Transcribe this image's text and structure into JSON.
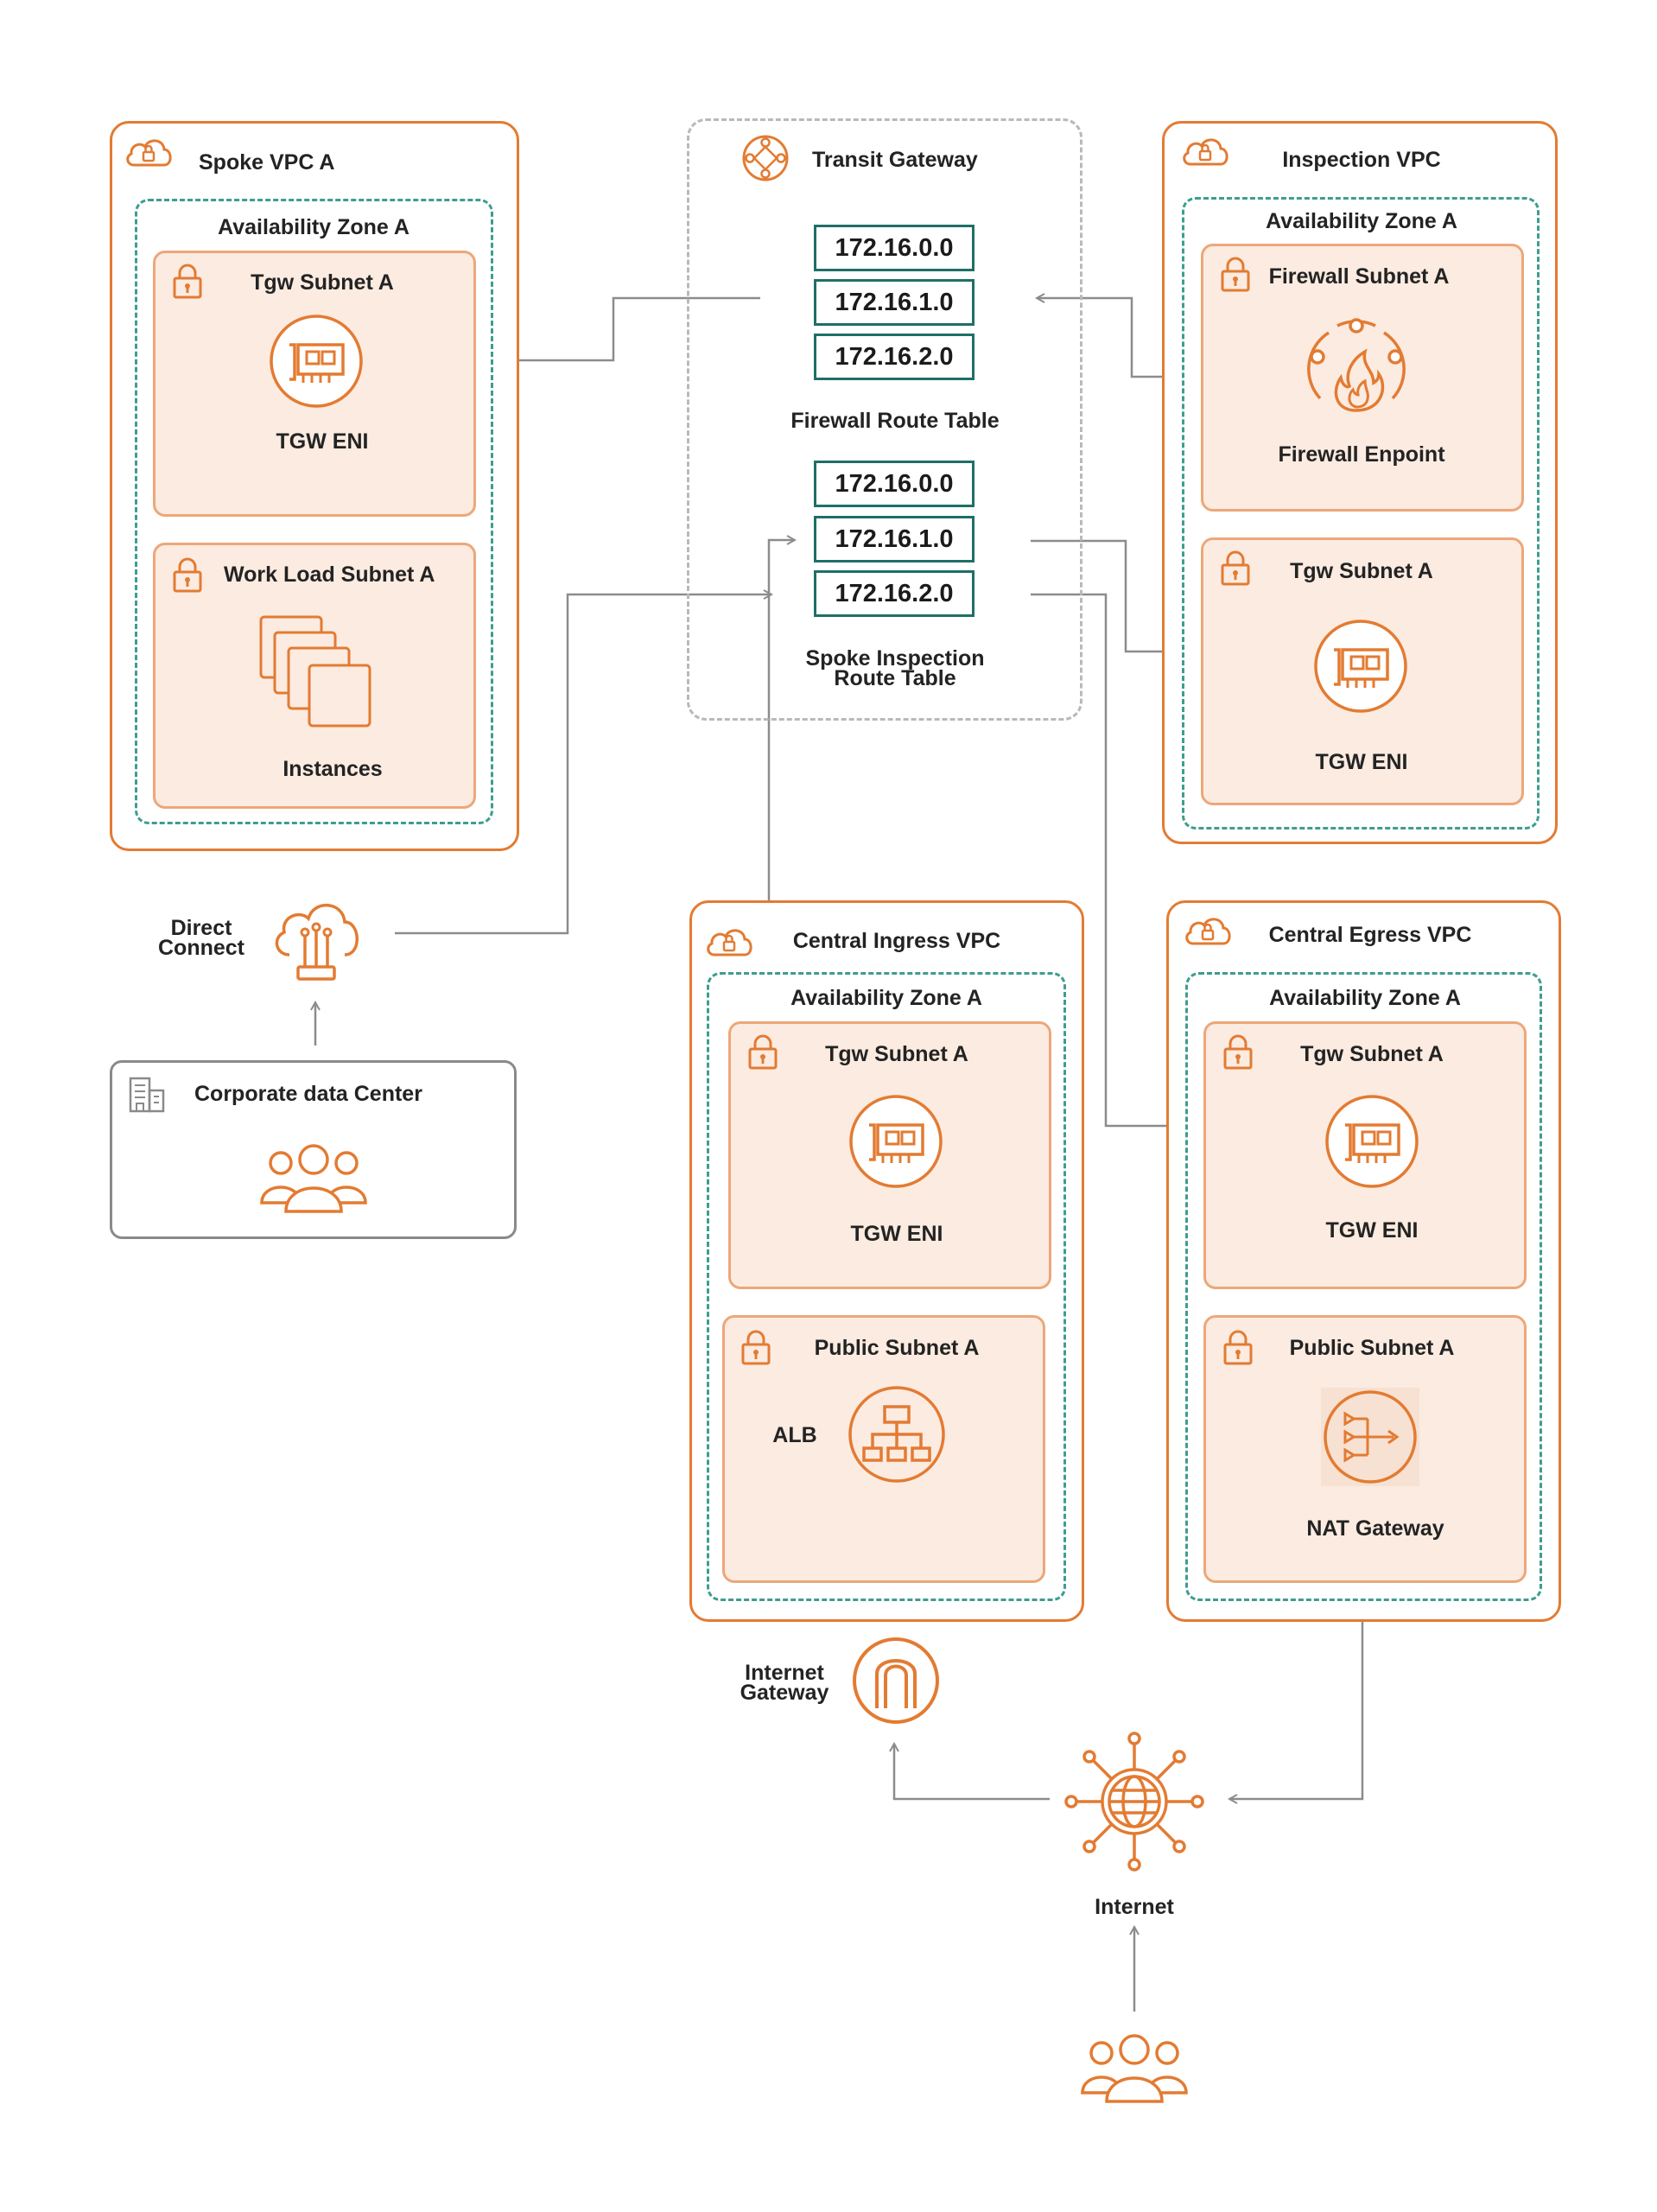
{
  "spoke_vpc": {
    "title": "Spoke VPC A",
    "az": "Availability Zone A",
    "tgw_subnet": "Tgw Subnet A",
    "tgw_eni": "TGW ENI",
    "workload_subnet": "Work Load Subnet A",
    "instances": "Instances"
  },
  "transit_gateway": {
    "title": "Transit Gateway",
    "firewall_table": {
      "routes": [
        "172.16.0.0",
        "172.16.1.0",
        "172.16.2.0"
      ],
      "label": "Firewall Route Table"
    },
    "spoke_table": {
      "routes": [
        "172.16.0.0",
        "172.16.1.0",
        "172.16.2.0"
      ],
      "label_line1": "Spoke Inspection",
      "label_line2": "Route Table"
    }
  },
  "inspection_vpc": {
    "title": "Inspection VPC",
    "az": "Availability Zone A",
    "firewall_subnet": "Firewall Subnet A",
    "firewall_endpoint": "Firewall Enpoint",
    "tgw_subnet": "Tgw Subnet A",
    "tgw_eni": "TGW ENI"
  },
  "direct_connect": {
    "line1": "Direct",
    "line2": "Connect"
  },
  "corporate": {
    "title": "Corporate data Center"
  },
  "ingress_vpc": {
    "title": "Central Ingress VPC",
    "az": "Availability Zone A",
    "tgw_subnet": "Tgw Subnet A",
    "tgw_eni": "TGW ENI",
    "public_subnet": "Public Subnet A",
    "alb": "ALB"
  },
  "egress_vpc": {
    "title": "Central Egress VPC",
    "az": "Availability Zone A",
    "tgw_subnet": "Tgw Subnet A",
    "tgw_eni": "TGW ENI",
    "public_subnet": "Public Subnet A",
    "nat": "NAT Gateway"
  },
  "internet_gateway": {
    "line1": "Internet",
    "line2": "Gateway"
  },
  "internet": {
    "label": "Internet"
  },
  "colors": {
    "accent": "#e37b32",
    "subnet_fill": "#fbebe1",
    "az_border": "#3e9d8f",
    "route_border": "#1f6f66",
    "wire": "#8c8c8c"
  },
  "icons": [
    "cloud-lock-icon",
    "lock-icon",
    "eni-icon",
    "instances-icon",
    "transit-gateway-icon",
    "firewall-icon",
    "direct-connect-icon",
    "building-icon",
    "users-icon",
    "alb-icon",
    "nat-gateway-icon",
    "internet-gateway-icon",
    "internet-globe-icon"
  ]
}
